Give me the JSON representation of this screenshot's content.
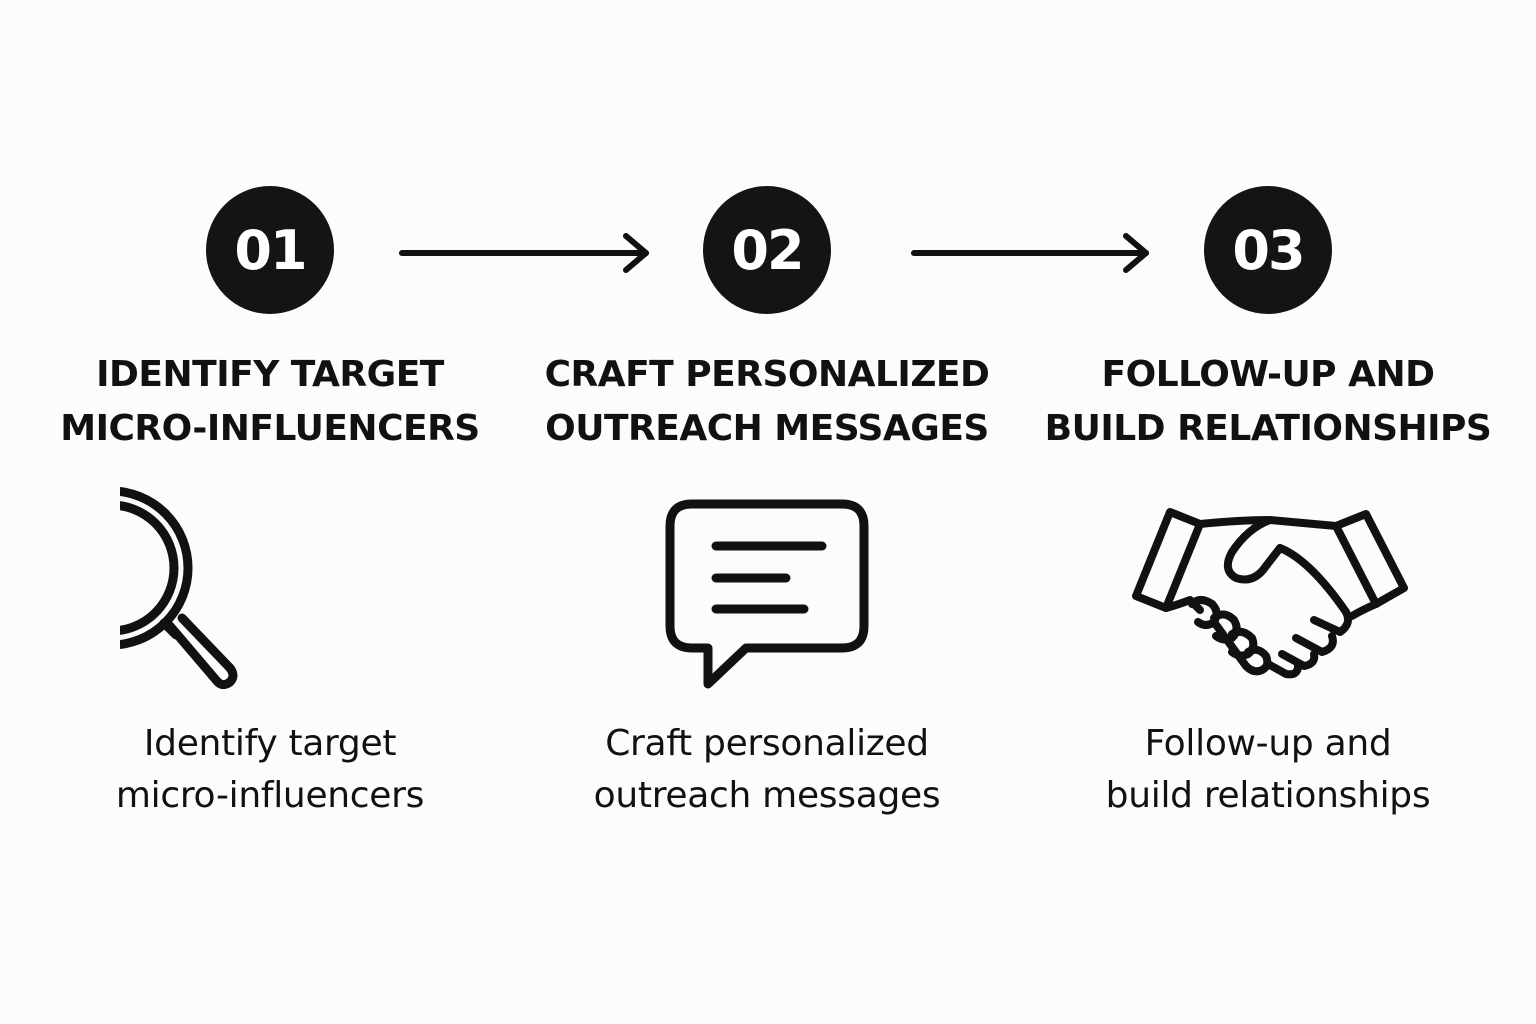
{
  "colors": {
    "background": "#fcfcfa",
    "ink": "#111111",
    "badge": "#141414",
    "badge_text": "#ffffff"
  },
  "steps": [
    {
      "number": "01",
      "title_lines": [
        "IDENTIFY TARGET",
        "MICRO-INFLUENCERS"
      ],
      "icon": "magnifying-glass-icon",
      "caption_lines": [
        "Identify target",
        "micro-influencers"
      ]
    },
    {
      "number": "02",
      "title_lines": [
        "CRAFT PERSONALIZED",
        "OUTREACH MESSAGES"
      ],
      "icon": "chat-bubble-icon",
      "caption_lines": [
        "Craft personalized",
        "outreach messages"
      ]
    },
    {
      "number": "03",
      "title_lines": [
        "FOLLOW-UP AND",
        "BUILD RELATIONSHIPS"
      ],
      "icon": "handshake-icon",
      "caption_lines": [
        "Follow-up and",
        "build relationships"
      ]
    }
  ]
}
